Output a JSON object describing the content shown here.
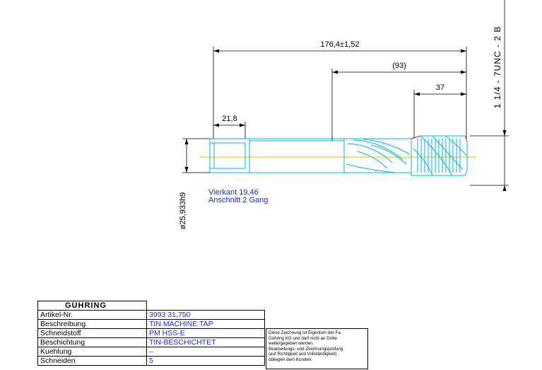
{
  "dimensions": {
    "overall_length": "176,4±1,52",
    "shank_to_tip": "(93)",
    "thread_length": "37",
    "square_length": "21,8",
    "diameter": "ø25,933h9"
  },
  "thread_spec": "1  1/4  -  7UNC  -  2 B",
  "notes": {
    "line1": "Vierkant 19,46",
    "line2": "Anschnitt 2 Gang"
  },
  "title_block": {
    "logo": "GÜHRING",
    "rows": [
      {
        "key": "Artikel-Nr.",
        "value": "3993 31,750"
      },
      {
        "key": "Beschreibung",
        "value": "TIN MACHINE TAP"
      },
      {
        "key": "Schneidstoff",
        "value": "PM HSS-E"
      },
      {
        "key": "Beschichtung",
        "value": "TIN-BESCHICHTET"
      },
      {
        "key": "Kuehlung",
        "value": "–"
      },
      {
        "key": "Schneiden",
        "value": "5"
      }
    ]
  },
  "notice": [
    "Diese Zeichnung ist Eigentum der Fa.",
    "Gühring KG und darf nicht an Dritte",
    "weitergegeben werden.",
    "Bearbeitungs- und Zeichnungsprüfung",
    "(auf Richtigkeit und Vollständigkeit)",
    "obliegen dem Kunden."
  ],
  "colors": {
    "outline": "#00b4e6",
    "dimension": "#000000",
    "centerline": "#d4c400",
    "text": "#1f2bd6",
    "accent": "#e03030"
  }
}
